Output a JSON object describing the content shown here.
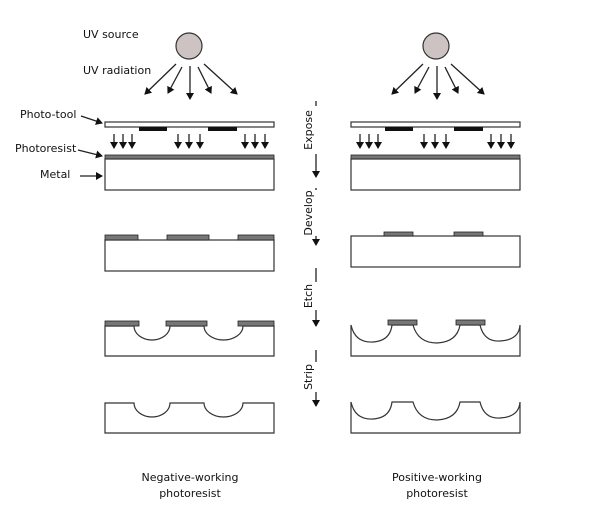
{
  "labels": {
    "uv_source": "UV source",
    "uv_radiation": "UV radiation",
    "photo_tool": "Photo-tool",
    "photoresist": "Photoresist",
    "metal": "Metal"
  },
  "steps": [
    "Expose",
    "Develop",
    "Etch",
    "Strip"
  ],
  "columns": {
    "negative": [
      "Negative-working",
      "photoresist"
    ],
    "positive": [
      "Positive-working",
      "photoresist"
    ]
  },
  "colors": {
    "source": "#cdc3c3",
    "resist": "#777777",
    "mask": "#111111"
  }
}
